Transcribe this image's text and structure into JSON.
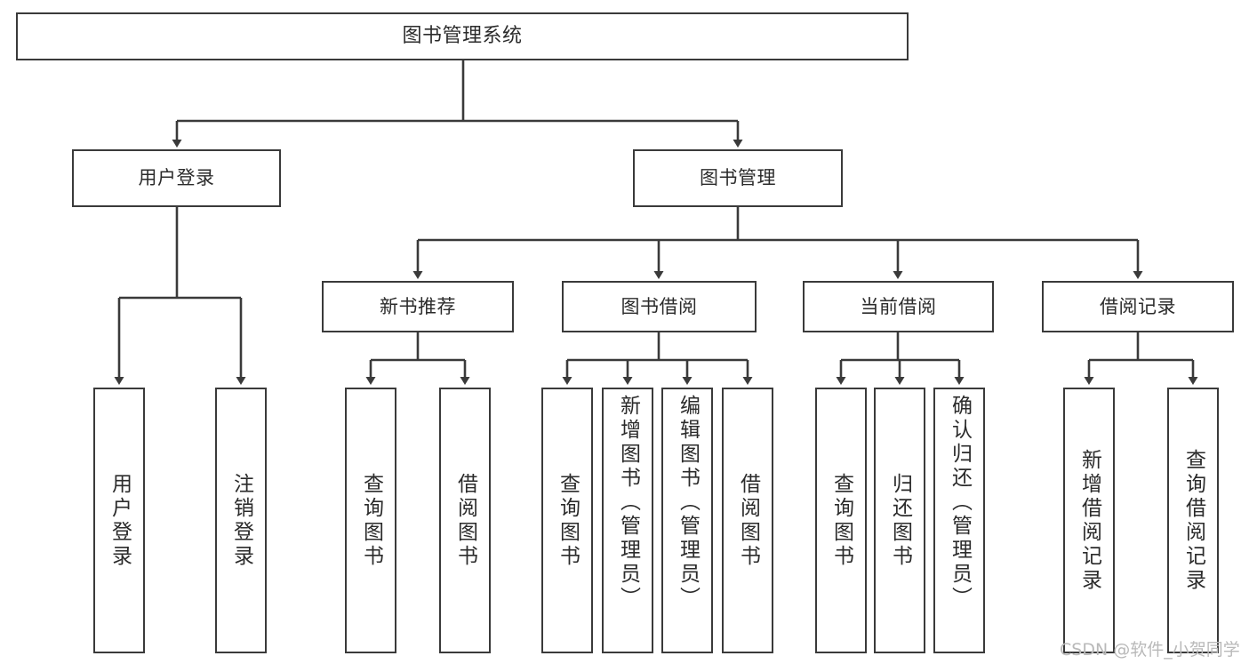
{
  "diagram": {
    "title": "图书管理系统",
    "type": "functional-structure-tree",
    "root": {
      "label": "图书管理系统"
    },
    "level2": [
      {
        "id": "user-login",
        "label": "用户登录"
      },
      {
        "id": "book-manage",
        "label": "图书管理"
      }
    ],
    "level3": [
      {
        "id": "new-book-rec",
        "label": "新书推荐"
      },
      {
        "id": "book-borrow",
        "label": "图书借阅"
      },
      {
        "id": "current-borrow",
        "label": "当前借阅"
      },
      {
        "id": "borrow-record",
        "label": "借阅记录"
      }
    ],
    "leaves": {
      "user_login": [
        {
          "id": "leaf-user-login",
          "label": "用户登录"
        },
        {
          "id": "leaf-user-logout",
          "label": "注销登录"
        }
      ],
      "new_book_rec": [
        {
          "id": "leaf-query-book-1",
          "label": "查询图书"
        },
        {
          "id": "leaf-borrow-book-1",
          "label": "借阅图书"
        }
      ],
      "book_borrow": [
        {
          "id": "leaf-query-book-2",
          "label": "查询图书"
        },
        {
          "id": "leaf-add-book",
          "label": "新增图书（管理员）"
        },
        {
          "id": "leaf-edit-book",
          "label": "编辑图书（管理员）"
        },
        {
          "id": "leaf-borrow-book-2",
          "label": "借阅图书"
        }
      ],
      "current_borrow": [
        {
          "id": "leaf-query-book-3",
          "label": "查询图书"
        },
        {
          "id": "leaf-return-book",
          "label": "归还图书"
        },
        {
          "id": "leaf-confirm-return",
          "label": "确认归还（管理员）"
        }
      ],
      "borrow_record": [
        {
          "id": "leaf-add-record",
          "label": "新增借阅记录"
        },
        {
          "id": "leaf-query-record",
          "label": "查询借阅记录"
        }
      ]
    }
  },
  "watermark": {
    "text": "CSDN @软件_小贺同学"
  },
  "colors": {
    "stroke": "#3a3a3a",
    "background": "#ffffff",
    "text": "#2b2b2b",
    "watermark": "#b9b9b9"
  }
}
